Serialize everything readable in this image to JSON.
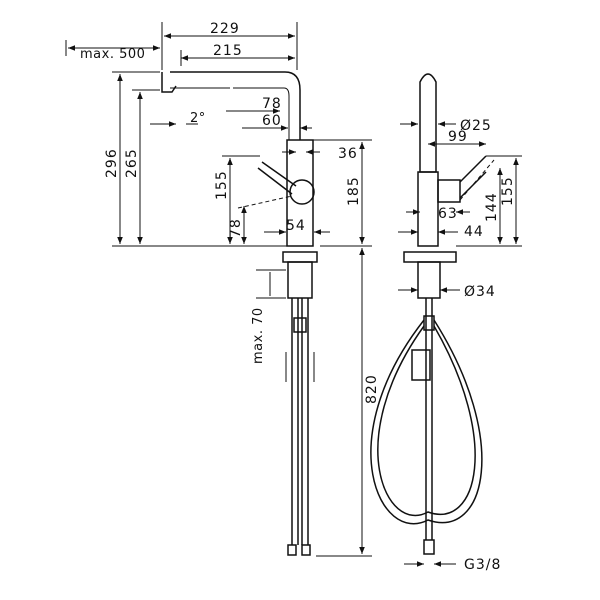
{
  "dimensions": {
    "d229": "229",
    "d215": "215",
    "max500": "max. 500",
    "d78": "78",
    "d60": "60",
    "angle2": "2°",
    "d296": "296",
    "d265": "265",
    "d155": "155",
    "d78b": "78",
    "d54": "54",
    "d36": "36",
    "d185": "185",
    "max70": "max. 70",
    "d820": "820",
    "dia25": "Ø25",
    "d99": "99",
    "d144": "144",
    "d155b": "155",
    "d63": "63",
    "d44": "44",
    "dia34": "Ø34",
    "g38": "G3/8"
  }
}
